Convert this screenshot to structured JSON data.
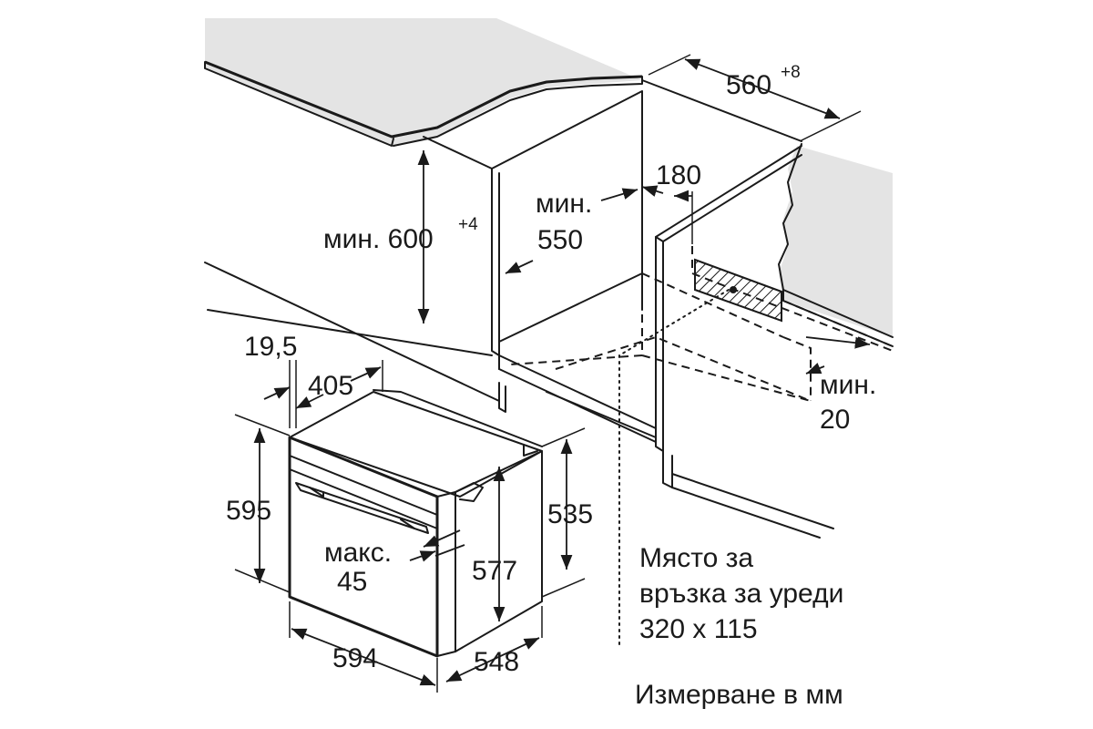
{
  "dimensions": {
    "niche_width": {
      "value": "560",
      "tolerance": "+8"
    },
    "niche_height": {
      "prefix": "мин.",
      "value": "600",
      "tolerance": "+4"
    },
    "niche_depth": {
      "line1": "мин.",
      "line2": "550"
    },
    "vent_offset": "180",
    "rear_gap": {
      "line1": "мин.",
      "line2": "20"
    },
    "front_offset": "19,5",
    "door_depth": "405",
    "oven_height": "595",
    "body_height": "577",
    "rear_height": "535",
    "handle": {
      "line1": "макс.",
      "line2": "45"
    },
    "oven_width": "594",
    "oven_depth": "548"
  },
  "connection_note": {
    "line1": "Място за",
    "line2": "връзка за уреди",
    "line3": "320 x 115"
  },
  "units_note": "Измерване в мм"
}
